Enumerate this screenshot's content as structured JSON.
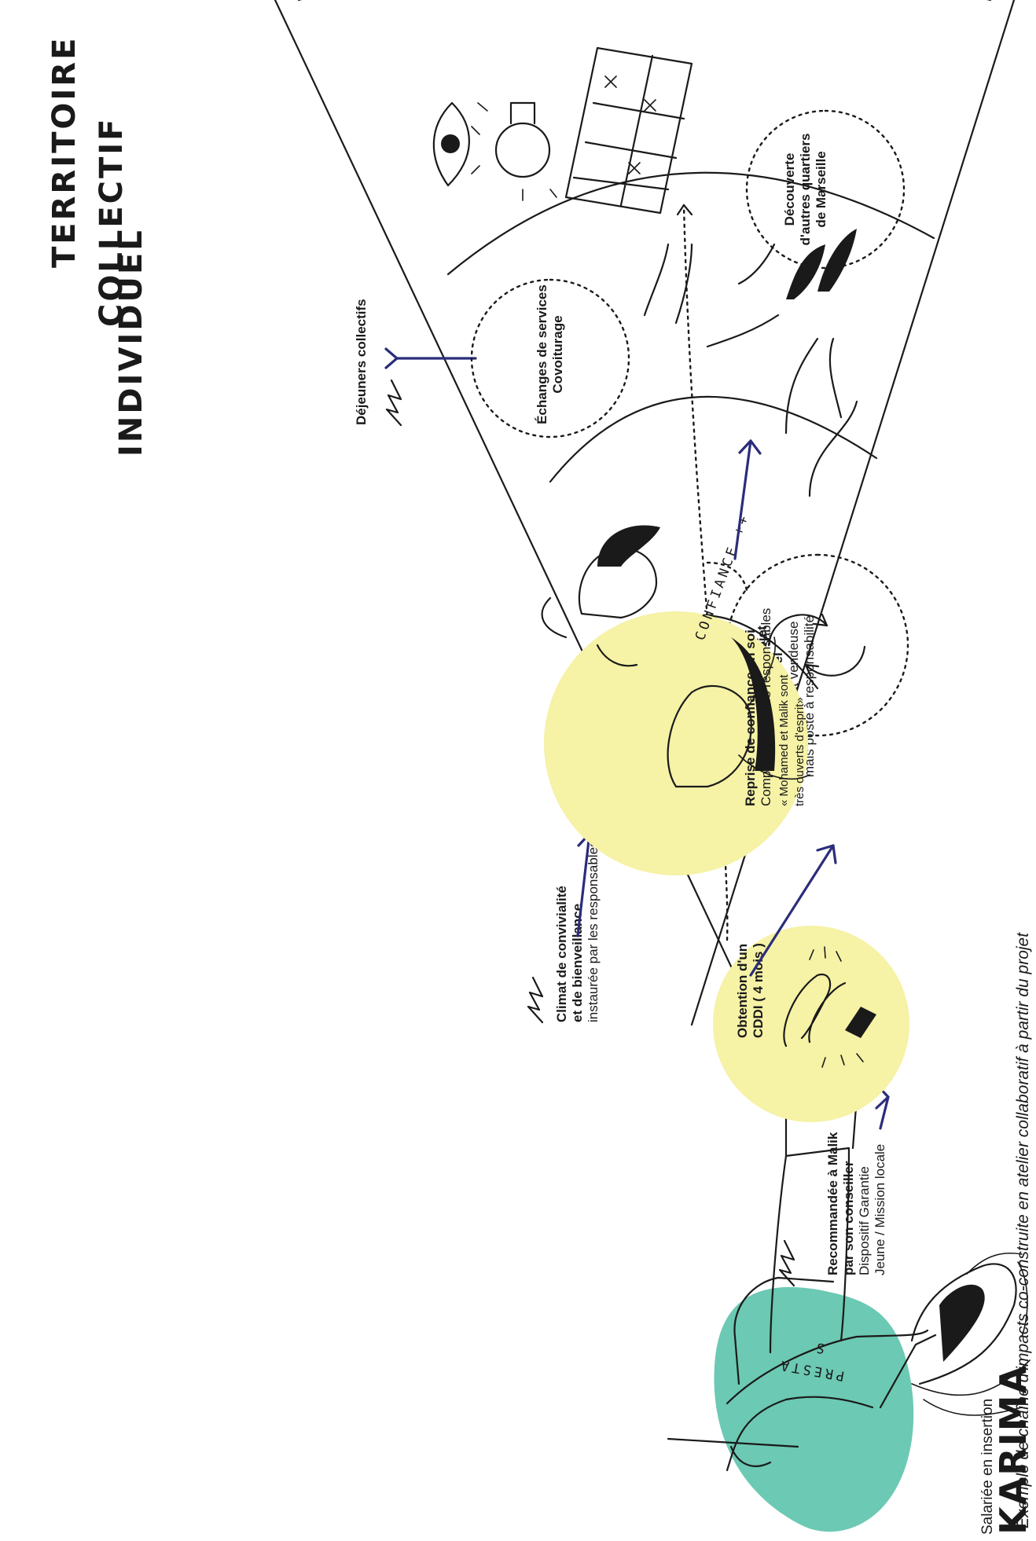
{
  "person": {
    "name": "KARIMA",
    "role": "Salariée en insertion",
    "shirt_text": "PRESTA",
    "shirt_text2": "S"
  },
  "bands": [
    {
      "label": "INDIVIDUEL"
    },
    {
      "label": "COLLECTIF"
    },
    {
      "label": "TERRITOIRE"
    }
  ],
  "factors": {
    "recommandee": {
      "title_l1": "Recommandée à Malik",
      "title_l2": "par son conseiller",
      "body_l1": "Dispositif Garantie",
      "body_l2": "Jeune / Mission locale"
    },
    "climat": {
      "title_l1": "Climat de convivialité",
      "title_l2": "et de bienveillance",
      "body_l1": "instaurée par les responsables"
    },
    "dejeuners": {
      "title_l1": "Déjeuners collectifs"
    }
  },
  "impacts": {
    "cddi": {
      "title_l1": "Obtention d'un",
      "title_l2": "CDDI ( 4 mois )"
    },
    "changement": {
      "title_l1": "Changement de projet",
      "title_l2": "professionnel",
      "body_l1": "Pas seulement vendeuse",
      "body_l2": "mais poste à responsabilité"
    },
    "confiance": {
      "title_l1": "Reprise de confiance en soi",
      "body_l1": "Complicité avec les responsables",
      "quote_l1": "« Mohamed et Malik sont",
      "quote_l2": "très ouverts d'esprit»",
      "handwritten": "CONFIANCE ++"
    },
    "echanges": {
      "title_l1": "Échanges de services",
      "title_l2": "Covoiturage"
    },
    "decouverte": {
      "title_l1": "Découverte",
      "title_l2": "d'autres quartiers",
      "title_l3": "de Marseille"
    }
  },
  "caption": "Exemple de chaîne d'impacts co-construite en atelier collaboratif à partir du projet",
  "colors": {
    "highlight_yellow": "#f6f2a6",
    "figure_teal": "#6cc9b3",
    "arrow_navy": "#2b2d7a",
    "ink": "#1a1a1a"
  },
  "icons": [
    "refresh-cycle-icon",
    "clapping-hands-icon",
    "lightning-icon",
    "map-icon",
    "lightbulb-icon",
    "eye-icon"
  ]
}
